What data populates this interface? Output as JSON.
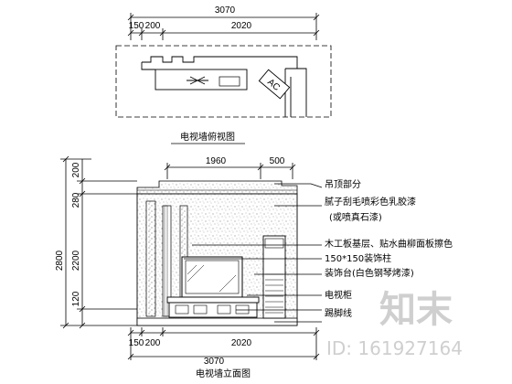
{
  "plan": {
    "dims_top": [
      "3070",
      "150",
      "200",
      "2020"
    ],
    "ac_label": "AC",
    "title": "电视墙俯视图"
  },
  "elevation": {
    "dims_top": [
      "1960",
      "500"
    ],
    "dims_left": [
      "200",
      "280",
      "2800",
      "2200",
      "120"
    ],
    "dims_bottom": [
      "150",
      "200",
      "2020",
      "3070"
    ],
    "notes": [
      "吊顶部分",
      "腻子刮毛喷彩色乳胶漆",
      "(或喷真石漆)",
      "木工板基层、贴水曲柳面板擦色",
      "150*150装饰柱",
      "装饰台(白色钢琴烤漆)",
      "电视柜",
      "踢脚线"
    ],
    "title": "电视墙立面图"
  },
  "watermark": {
    "brand": "知末",
    "id_text": "ID: 161927164"
  }
}
